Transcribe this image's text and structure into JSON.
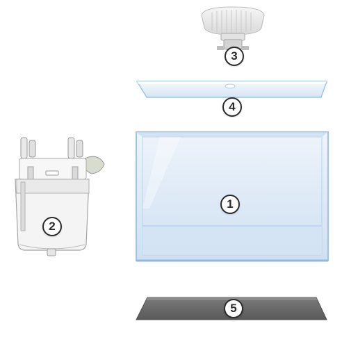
{
  "callouts": {
    "tank": "1",
    "filter": "2",
    "lamp": "3",
    "lid": "4",
    "mat": "5"
  },
  "colors": {
    "glass_fill": "#dbe8f6",
    "glass_edge": "#9cc3e8",
    "lid_fill": "#e6f0fa",
    "mat_fill": "#6a6a6a",
    "filter_body": "#f2f2f2",
    "badge_border": "#2b2b2b"
  },
  "icons": [
    "lamp-icon",
    "filter-icon",
    "glass-lid-icon",
    "aquarium-tank-icon",
    "base-mat-icon"
  ]
}
